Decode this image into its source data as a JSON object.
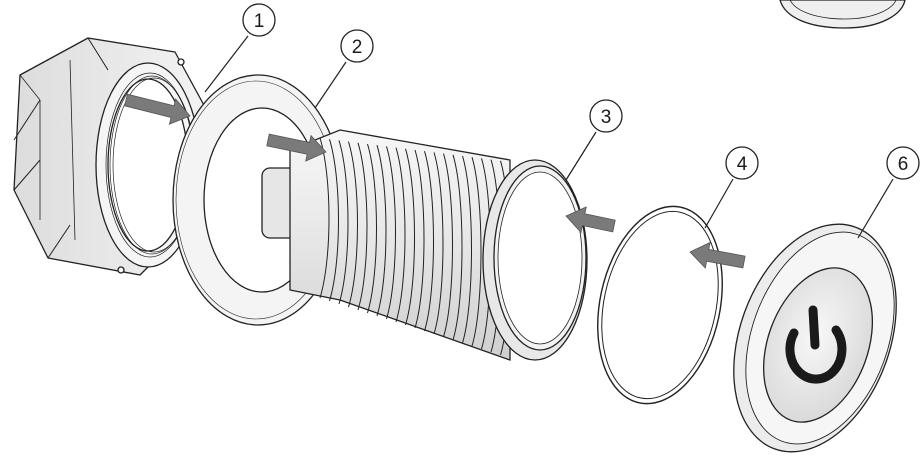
{
  "callouts": [
    {
      "id": "nut",
      "label": "1"
    },
    {
      "id": "gasket",
      "label": "2"
    },
    {
      "id": "housing",
      "label": "3"
    },
    {
      "id": "o-ring",
      "label": "4"
    },
    {
      "id": "button-cap",
      "label": "6"
    }
  ],
  "colors": {
    "stroke": "#222222",
    "part_fill": "#f2f2f2",
    "part_shade": "#d9d9d9",
    "arrow": "#7a7a7a",
    "power_symbol": "#1a1a1a"
  },
  "icons": {
    "power": "power-symbol-icon",
    "arrow": "assembly-direction-arrow"
  }
}
